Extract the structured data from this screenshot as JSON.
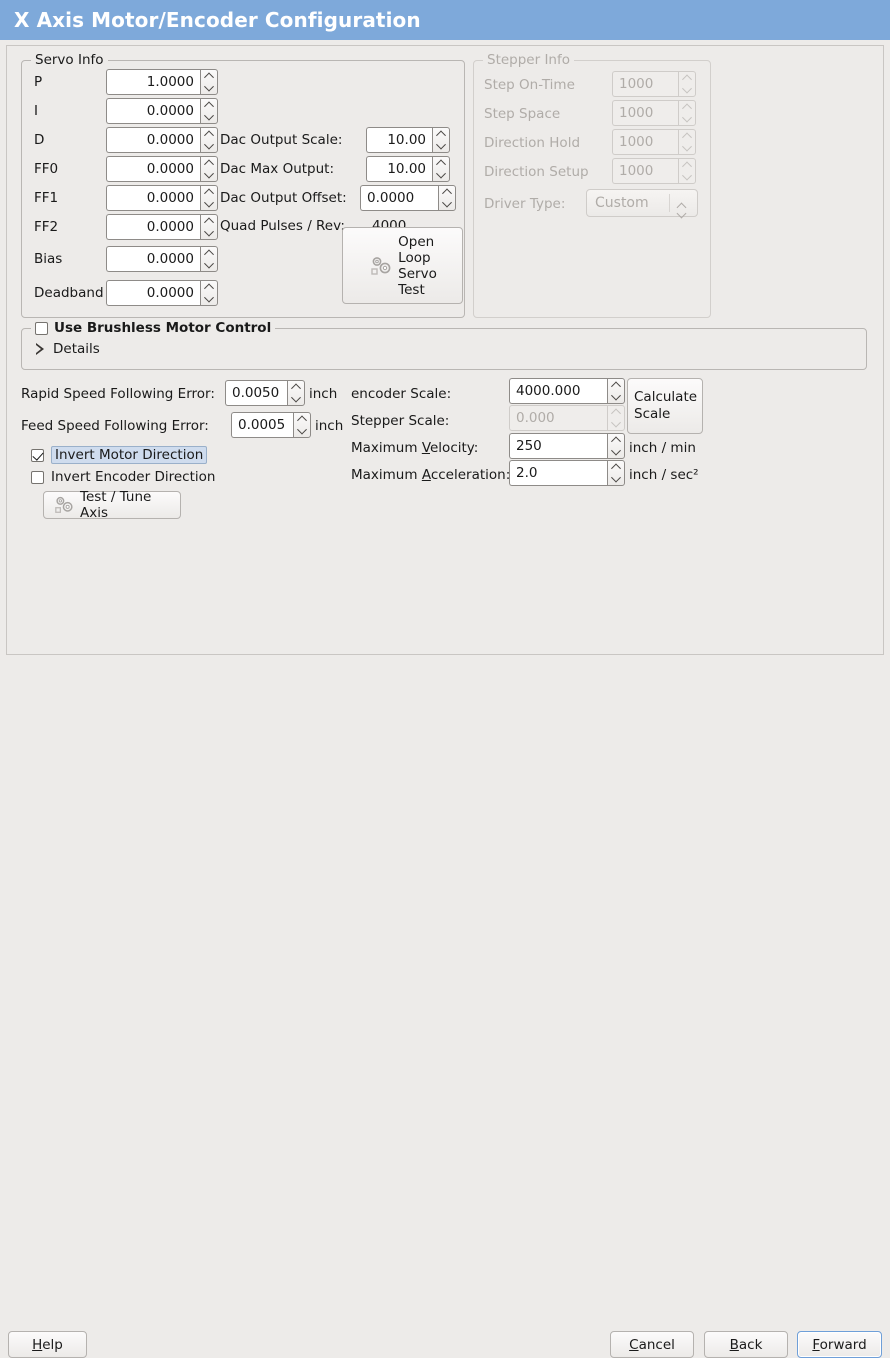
{
  "header": {
    "title": "X Axis Motor/Encoder Configuration"
  },
  "servo": {
    "group_title": "Servo Info",
    "rows": [
      {
        "label": "P",
        "value": "1.0000"
      },
      {
        "label": "I",
        "value": "0.0000"
      },
      {
        "label": "D",
        "value": "0.0000"
      },
      {
        "label": "FF0",
        "value": "0.0000"
      },
      {
        "label": "FF1",
        "value": "0.0000"
      },
      {
        "label": "FF2",
        "value": "0.0000"
      },
      {
        "label": "Bias",
        "value": "0.0000"
      },
      {
        "label": "Deadband",
        "value": "0.0000"
      }
    ],
    "dac": [
      {
        "label": "Dac Output Scale:",
        "value": "10.00"
      },
      {
        "label": "Dac Max Output:",
        "value": "10.00"
      },
      {
        "label": "Dac Output Offset:",
        "value": "0.0000"
      }
    ],
    "quad_label": "Quad Pulses / Rev:",
    "quad_value": "4000",
    "open_loop_button": "Open\nLoop\nServo\nTest",
    "open_loop_lines": [
      "Open",
      "Loop",
      "Servo",
      "Test"
    ],
    "open_loop_icon": "gears-icon"
  },
  "stepper": {
    "group_title": "Stepper Info",
    "disabled": true,
    "rows": [
      {
        "label": "Step On-Time",
        "value": "1000"
      },
      {
        "label": "Step Space",
        "value": "1000"
      },
      {
        "label": "Direction Hold",
        "value": "1000"
      },
      {
        "label": "Direction Setup",
        "value": "1000"
      }
    ],
    "driver_type_label": "Driver Type:",
    "driver_type_value": "Custom"
  },
  "brushless": {
    "checkbox_label": "Use Brushless Motor Control",
    "checked": false,
    "details_label": "Details",
    "details_expanded": false
  },
  "tuning": {
    "rapid_label": "Rapid Speed Following Error:",
    "rapid_value": "0.0050",
    "rapid_unit": "inch",
    "feed_label": "Feed Speed Following Error:",
    "feed_value": "0.0005",
    "feed_unit": "inch",
    "invert_motor_label": "Invert Motor Direction",
    "invert_motor_checked": true,
    "invert_encoder_label": "Invert Encoder Direction",
    "invert_encoder_checked": false,
    "test_tune_button": "Test / Tune Axis",
    "test_tune_icon": "gears-icon"
  },
  "scales": {
    "encoder_label": "encoder Scale:",
    "encoder_value": "4000.000",
    "stepper_label": "Stepper Scale:",
    "stepper_value": "0.000",
    "stepper_disabled": true,
    "calculate_button_lines": [
      "Calculate",
      "Scale"
    ],
    "max_velocity_label_pre": "Maximum ",
    "max_velocity_label_mnemonic": "V",
    "max_velocity_label_post": "elocity:",
    "max_velocity_value": "250",
    "max_velocity_unit": "inch / min",
    "max_accel_label_pre": "Maximum ",
    "max_accel_label_mnemonic": "A",
    "max_accel_label_post": "cceleration:",
    "max_accel_value": "2.0",
    "max_accel_unit": "inch / sec²"
  },
  "footer": {
    "help": {
      "pre": "",
      "mnemonic": "H",
      "post": "elp"
    },
    "cancel": {
      "pre": "",
      "mnemonic": "C",
      "post": "ancel"
    },
    "back": {
      "pre": "",
      "mnemonic": "B",
      "post": "ack"
    },
    "forward": {
      "pre": "",
      "mnemonic": "F",
      "post": "orward"
    }
  },
  "colors": {
    "header_blue": "#7ea9da",
    "background": "#edebe9",
    "focus_blue": "#cfdcee",
    "accent_border": "#6f9fd8"
  }
}
